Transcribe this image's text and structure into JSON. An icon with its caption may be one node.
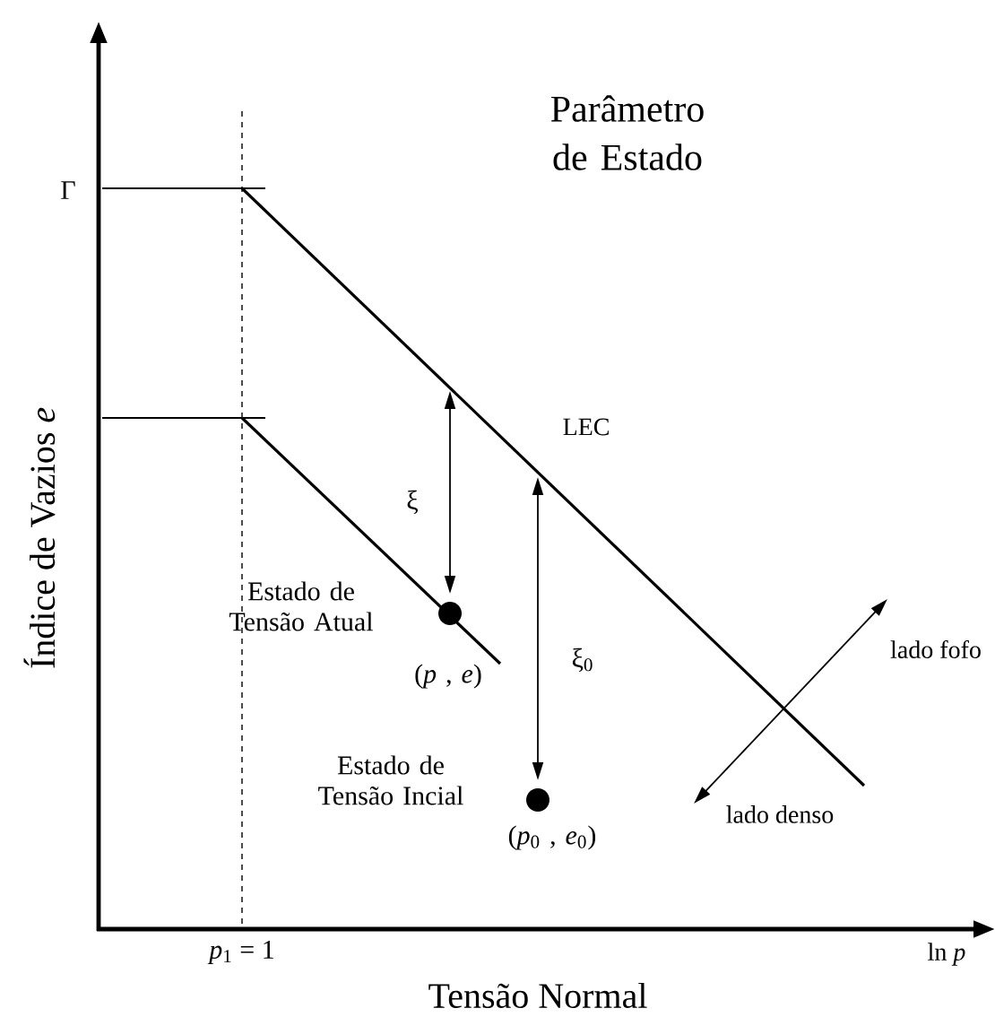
{
  "diagram": {
    "title": "Parâmetro de Estado",
    "nodes": [
      {
        "text": [],
        "shape": "circle",
        "beside": [
          "Estado de Tensão Atual",
          "(*p* , *e*)"
        ]
      },
      {
        "text": [],
        "shape": "circle",
        "beside": [
          "Estado de Tensão Incial",
          "(*p*$_{0}$ , *e*$_{0}$)"
        ]
      }
    ],
    "labels": [
      "Γ",
      "LEC",
      "ξ",
      "ξ$_{0}$",
      "lado fofo",
      "lado denso",
      "*p*$_{1}$ = 1",
      "ln *p*",
      "Tensão Normal",
      "Índice de Vazios *e*"
    ]
  }
}
